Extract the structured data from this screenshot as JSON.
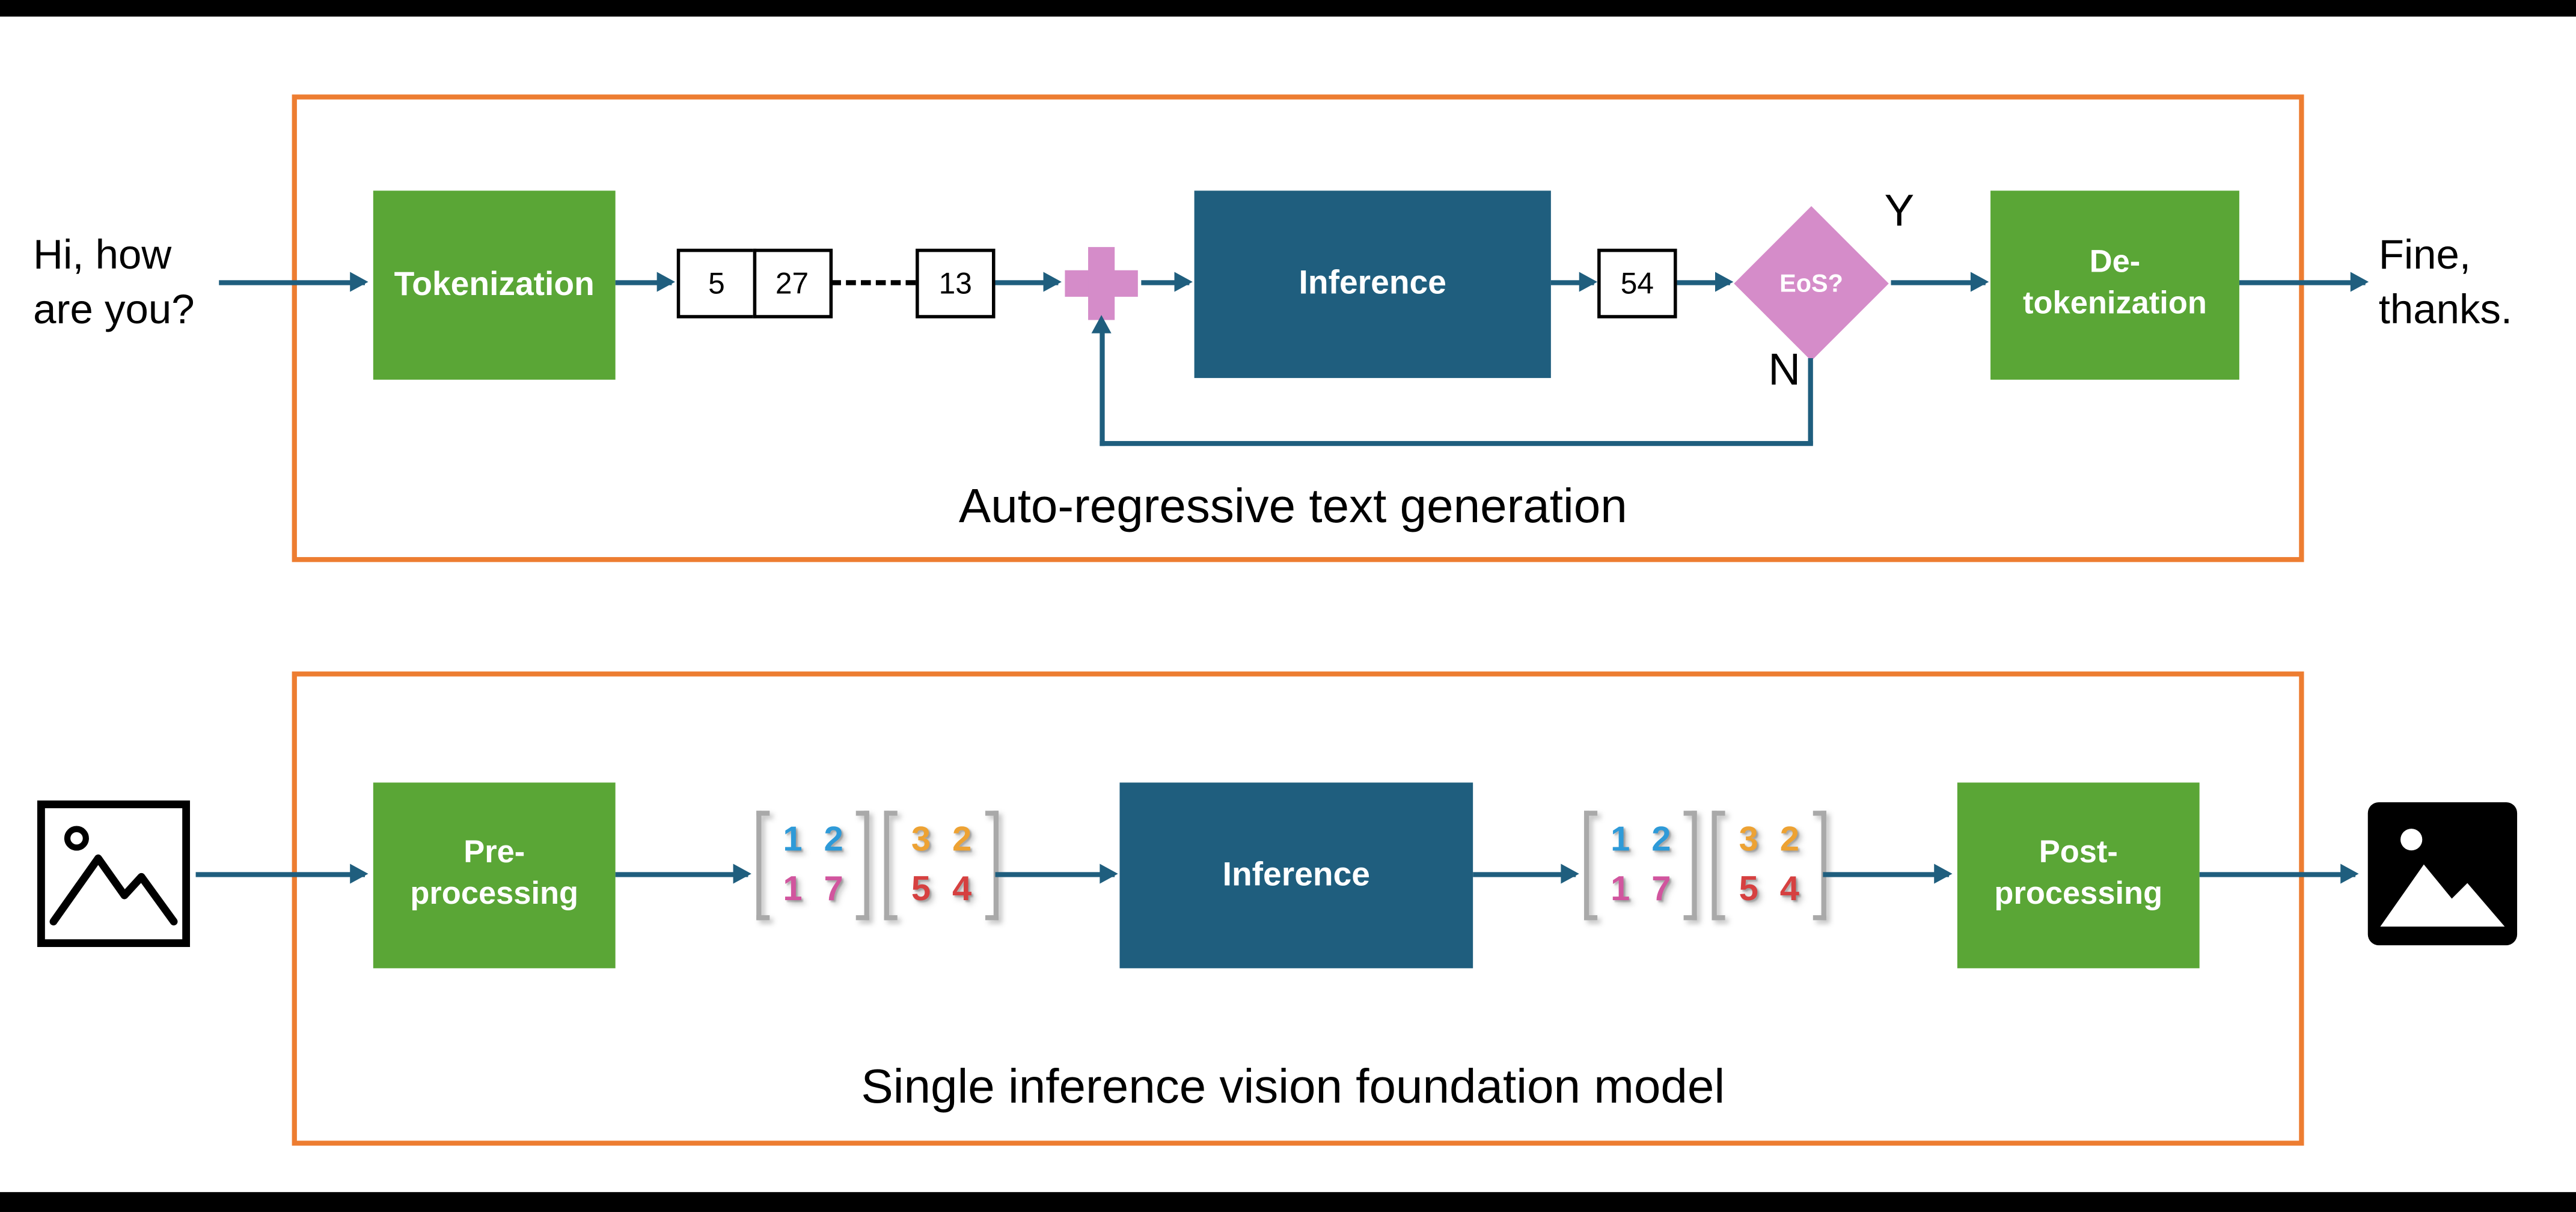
{
  "top": {
    "input": {
      "line1": "Hi, how",
      "line2": "are you?"
    },
    "tokenization_label": "Tokenization",
    "tokens": [
      "5",
      "27",
      "13"
    ],
    "inference_label": "Inference",
    "generated_token": "54",
    "eos_label": "EoS?",
    "yes_label": "Y",
    "no_label": "N",
    "detokenization": {
      "line1": "De-",
      "line2": "tokenization"
    },
    "output": {
      "line1": "Fine,",
      "line2": "thanks."
    },
    "caption": "Auto-regressive text generation"
  },
  "bottom": {
    "preprocessing": {
      "line1": "Pre-",
      "line2": "processing"
    },
    "inference_label": "Inference",
    "postprocessing": {
      "line1": "Post-",
      "line2": "processing"
    },
    "matrix_a": {
      "rows": [
        [
          "1",
          "2"
        ],
        [
          "1",
          "7"
        ]
      ]
    },
    "matrix_b": {
      "rows": [
        [
          "3",
          "2"
        ],
        [
          "5",
          "4"
        ]
      ]
    },
    "caption": "Single inference vision foundation model"
  },
  "colors": {
    "green": "#5AA636",
    "teal": "#1F5E7E",
    "orange": "#ED7D31",
    "plum": "#D58CC9",
    "matrix_blue": "#2E9AD8",
    "matrix_pink": "#D1559E",
    "matrix_orange": "#EDA233",
    "matrix_red": "#D64040"
  }
}
